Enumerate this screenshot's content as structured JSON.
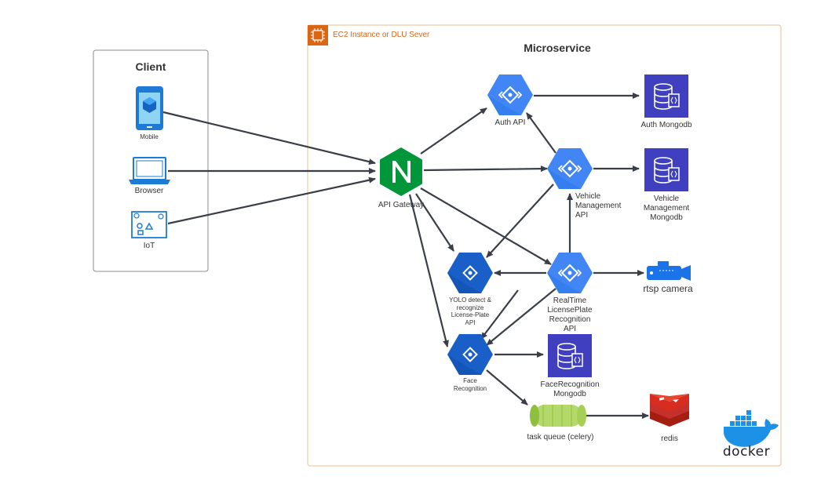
{
  "diagram": {
    "container_label": "EC2 Instance or DLU Sever",
    "microservice_title": "Microservice",
    "client": {
      "title": "Client",
      "items": [
        {
          "label": "Mobile",
          "icon": "mobile-icon"
        },
        {
          "label": "Browser",
          "icon": "browser-icon"
        },
        {
          "label": "IoT",
          "icon": "iot-icon"
        }
      ]
    },
    "gateway": {
      "label": "API Gateway",
      "icon": "nginx-icon"
    },
    "services": {
      "auth_api": "Auth API",
      "vehicle_api": [
        "Vehicle",
        "Management",
        "API"
      ],
      "yolo_api": [
        "YOLO detect &",
        "recognize",
        "License-Plate",
        "API"
      ],
      "realtime_api": [
        "RealTime",
        "LicensePlate",
        "Recognition",
        "API"
      ],
      "face_recognition": [
        "Face",
        "Recognition"
      ]
    },
    "databases": {
      "auth_db": "Auth Mongodb",
      "vehicle_db": [
        "Vehicle",
        "Management",
        "Mongodb"
      ],
      "face_db": [
        "FaceRecognition",
        "Mongodb"
      ]
    },
    "externals": {
      "rtsp": "rtsp camera",
      "task_queue": "task queue (celery)",
      "redis": "redis",
      "docker": "docker"
    },
    "colors": {
      "api_blue": "#4285f4",
      "dark_blue": "#1a73e8",
      "db_purple": "#3f3fbf",
      "nginx_green": "#009639",
      "ec2_orange": "#d86613",
      "redis_red": "#d82c20",
      "docker_blue": "#1d91e6",
      "queue_green": "#b5d86a",
      "arrow": "#3a3f47"
    }
  }
}
